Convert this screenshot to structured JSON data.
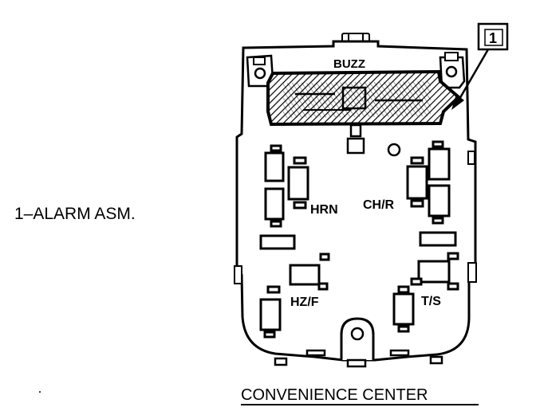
{
  "legend": {
    "entry": "1–ALARM ASM."
  },
  "callout": {
    "number": "1"
  },
  "labels": {
    "buzz": "BUZZ",
    "horn": "HRN",
    "chime_relay": "CH/R",
    "hazard_flasher": "HZ/F",
    "turn_signal": "T/S"
  },
  "caption": "CONVENIENCE CENTER",
  "colors": {
    "ink": "#000000",
    "paper": "#ffffff"
  }
}
